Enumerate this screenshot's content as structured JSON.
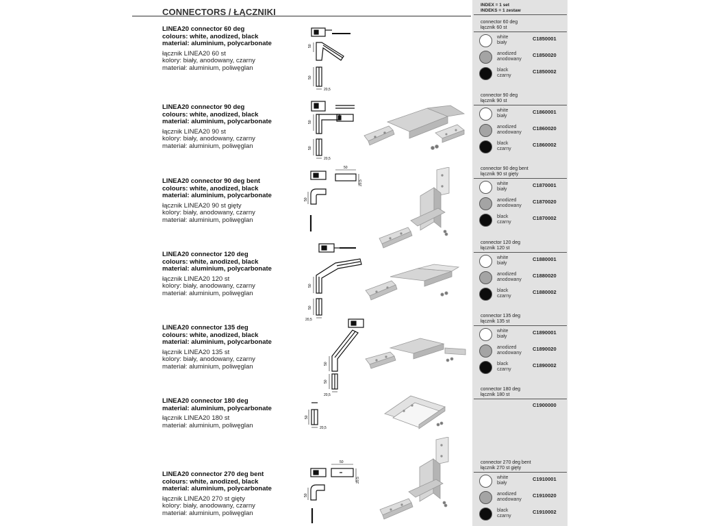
{
  "page": {
    "title": "CONNECTORS / ŁĄCZNIKI"
  },
  "index": {
    "line1": "INDEX = 1 set",
    "line2": "INDEKS = 1 zestaw"
  },
  "colors": {
    "white": "#ffffff",
    "anodized": "#a4a4a4",
    "black": "#0c0c0c",
    "panel": "#e2e2e2"
  },
  "products": [
    {
      "en": [
        "LINEA20 connector 60 deg",
        "colours: white, anodized, black",
        "material: aluminium, polycarbonate"
      ],
      "pl": [
        "łącznik LINEA20 60 st",
        "kolory: biały, anodowany, czarny",
        "materiał: aluminium, poliwęglan"
      ],
      "dims": [
        "50",
        "50",
        "20,5"
      ]
    },
    {
      "en": [
        "LINEA20 connector 90 deg",
        "colours: white, anodized, black",
        "material: aluminium, polycarbonate"
      ],
      "pl": [
        "łącznik LINEA20 90 st",
        "kolory: biały, anodowany, czarny",
        "materiał: aluminium, poliwęglan"
      ],
      "dims": [
        "50",
        "50",
        "20,5"
      ]
    },
    {
      "en": [
        "LINEA20 connector 90 deg bent",
        "colours: white, anodized, black",
        "material: aluminium, polycarbonate"
      ],
      "pl": [
        "łącznik LINEA20 90 st gięty",
        "kolory: biały, anodowany, czarny",
        "materiał: aluminium, poliwęglan"
      ],
      "dims": [
        "50",
        "20,5",
        "50"
      ]
    },
    {
      "en": [
        "LINEA20 connector 120 deg",
        "colours: white, anodized, black",
        "material: aluminium, polycarbonate"
      ],
      "pl": [
        "łącznik LINEA20 120 st",
        "kolory: biały, anodowany, czarny",
        "materiał: aluminium, poliwęglan"
      ],
      "dims": [
        "50",
        "50",
        "20,5"
      ]
    },
    {
      "en": [
        "LINEA20 connector 135 deg",
        "colours: white, anodized, black",
        "material: aluminium, polycarbonate"
      ],
      "pl": [
        "łącznik LINEA20 135 st",
        "kolory: biały, anodowany, czarny",
        "materiał: aluminium, poliwęglan"
      ],
      "dims": [
        "50",
        "50",
        "20,5"
      ]
    },
    {
      "en": [
        "LINEA20 connector 180 deg",
        "material: aluminium, polycarbonate"
      ],
      "pl": [
        "łącznik LINEA20 180 st",
        "materiał: aluminium, poliwęglan"
      ],
      "dims": [
        "50",
        "20,5"
      ]
    },
    {
      "en": [
        "LINEA20 connector 270 deg bent",
        "colours: white, anodized, black",
        "material: aluminium, polycarbonate"
      ],
      "pl": [
        "łącznik LINEA20 270 st gięty",
        "kolory: biały, anodowany, czarny",
        "materiał: aluminium, poliwęglan"
      ],
      "dims": [
        "50",
        "20,5",
        "50"
      ]
    }
  ],
  "groups": [
    {
      "title_en": "connector 60 deg",
      "title_pl": "łącznik 60 st",
      "variants": [
        {
          "name_en": "white",
          "name_pl": "biały",
          "code": "C1850001"
        },
        {
          "name_en": "anodized",
          "name_pl": "anodowany",
          "code": "C1850020"
        },
        {
          "name_en": "black",
          "name_pl": "czarny",
          "code": "C1850002"
        }
      ]
    },
    {
      "title_en": "connector 90 deg",
      "title_pl": "łącznik 90 st",
      "variants": [
        {
          "name_en": "white",
          "name_pl": "biały",
          "code": "C1860001"
        },
        {
          "name_en": "anodized",
          "name_pl": "anodowany",
          "code": "C1860020"
        },
        {
          "name_en": "black",
          "name_pl": "czarny",
          "code": "C1860002"
        }
      ]
    },
    {
      "title_en": "connector 90 deg bent",
      "title_pl": "łącznik 90 st gięty",
      "variants": [
        {
          "name_en": "white",
          "name_pl": "biały",
          "code": "C1870001"
        },
        {
          "name_en": "anodized",
          "name_pl": "anodowany",
          "code": "C1870020"
        },
        {
          "name_en": "black",
          "name_pl": "czarny",
          "code": "C1870002"
        }
      ]
    },
    {
      "title_en": "connector 120 deg",
      "title_pl": "łącznik 120 st",
      "variants": [
        {
          "name_en": "white",
          "name_pl": "biały",
          "code": "C1880001"
        },
        {
          "name_en": "anodized",
          "name_pl": "anodowany",
          "code": "C1880020"
        },
        {
          "name_en": "black",
          "name_pl": "czarny",
          "code": "C1880002"
        }
      ]
    },
    {
      "title_en": "connector 135 deg",
      "title_pl": "łącznik 135 st",
      "variants": [
        {
          "name_en": "white",
          "name_pl": "biały",
          "code": "C1890001"
        },
        {
          "name_en": "anodized",
          "name_pl": "anodowany",
          "code": "C1890020"
        },
        {
          "name_en": "black",
          "name_pl": "czarny",
          "code": "C1890002"
        }
      ]
    },
    {
      "title_en": "connector 180 deg",
      "title_pl": "łącznik 180 st",
      "code": "C1900000"
    },
    {
      "title_en": "connector 270 deg bent",
      "title_pl": "łącznik 270 st gięty",
      "variants": [
        {
          "name_en": "white",
          "name_pl": "biały",
          "code": "C1910001"
        },
        {
          "name_en": "anodized",
          "name_pl": "anodowany",
          "code": "C1910020"
        },
        {
          "name_en": "black",
          "name_pl": "czarny",
          "code": "C1910002"
        }
      ]
    }
  ]
}
